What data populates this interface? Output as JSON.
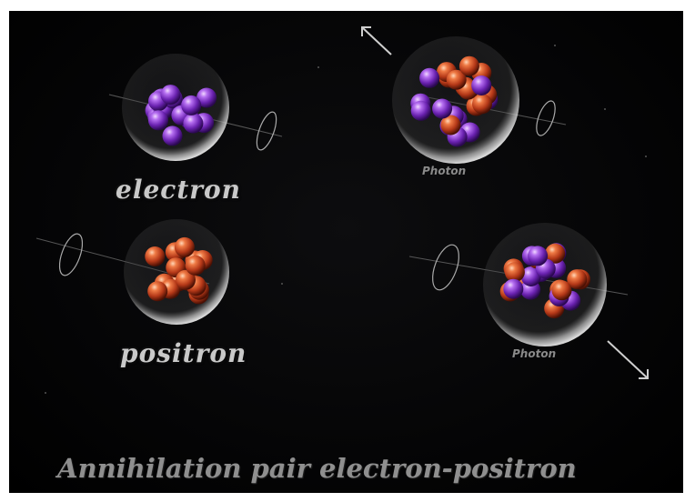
{
  "diagram": {
    "particles": [
      {
        "label": "electron",
        "particle_colors": [
          "#8a3cc8"
        ]
      },
      {
        "label": "positron",
        "particle_colors": [
          "#d0502c"
        ]
      },
      {
        "label": "Photon",
        "particle_colors": [
          "#8a3cc8",
          "#d0502c"
        ]
      },
      {
        "label": "Photon",
        "particle_colors": [
          "#8a3cc8",
          "#d0502c"
        ]
      }
    ],
    "caption": "Annihilation pair electron-positron"
  },
  "colors": {
    "background": "#000000",
    "electron_ball": "#8a3cc8",
    "positron_ball": "#d0502c",
    "label_text": "#c9c9c9",
    "caption_text": "#8f8f8f"
  },
  "icons": [
    "arrow-up-left-icon",
    "arrow-down-right-icon",
    "spin-orbit-icon"
  ]
}
